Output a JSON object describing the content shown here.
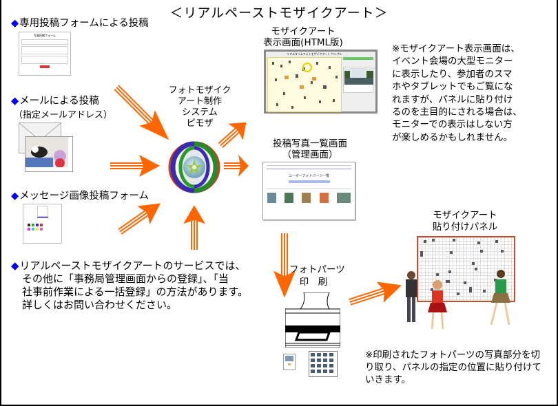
{
  "title": "＜リアルペーストモザイクアート＞",
  "inputs": [
    {
      "label": "専用投稿フォームによる投稿",
      "thumbnail_title": "写真投稿フォーム"
    },
    {
      "label": "メールによる投稿",
      "sublabel": "（指定メールアドレス）"
    },
    {
      "label": "メッセージ画像投稿フォーム"
    }
  ],
  "other_methods_note": [
    "リアルペーストモザイクアートのサービスでは、",
    "その他に「事務局管理画面からの登録」、「当",
    "社事前作業による一括登録」の方法があります。",
    "詳しくはお問い合わせください。"
  ],
  "system": {
    "lines": [
      "フォトモザイク",
      "アート制作",
      "システム",
      "ピモザ"
    ]
  },
  "display_screen": {
    "lines": [
      "モザイクアート",
      "表示画面(HTML版)"
    ],
    "screenshot_title": "リアルタイムフォトモザイクアート サンプル"
  },
  "display_note": [
    "※モザイクアート表示画面は、",
    "イベント会場の大型モニター",
    "に表示したり、参加者のスマ",
    "ホやタブレットでもご覧にな",
    "れますが、パネルに貼り付け",
    "るのを主目的にされる場合は、",
    "モニターでの表示はしない方",
    "が楽しめるかもしれません。"
  ],
  "admin_screen": {
    "lines": [
      "投稿写真一覧画面",
      "（管理画面）"
    ],
    "screenshot_title": "ユーザーフォトパーツ一覧"
  },
  "print": {
    "lines": [
      "フォトパーツ",
      "印　刷"
    ]
  },
  "panel": {
    "lines": [
      "モザイクアート",
      "貼り付けパネル"
    ]
  },
  "print_note": [
    "※印刷されたフォトパーツの写真部分を切",
    "り取り、パネルの指定の位置に貼り付けて",
    "いきます。"
  ],
  "colors": {
    "arrow": "#ff6600",
    "diamond": "#0000ee",
    "panel_border": "#c0502a"
  }
}
